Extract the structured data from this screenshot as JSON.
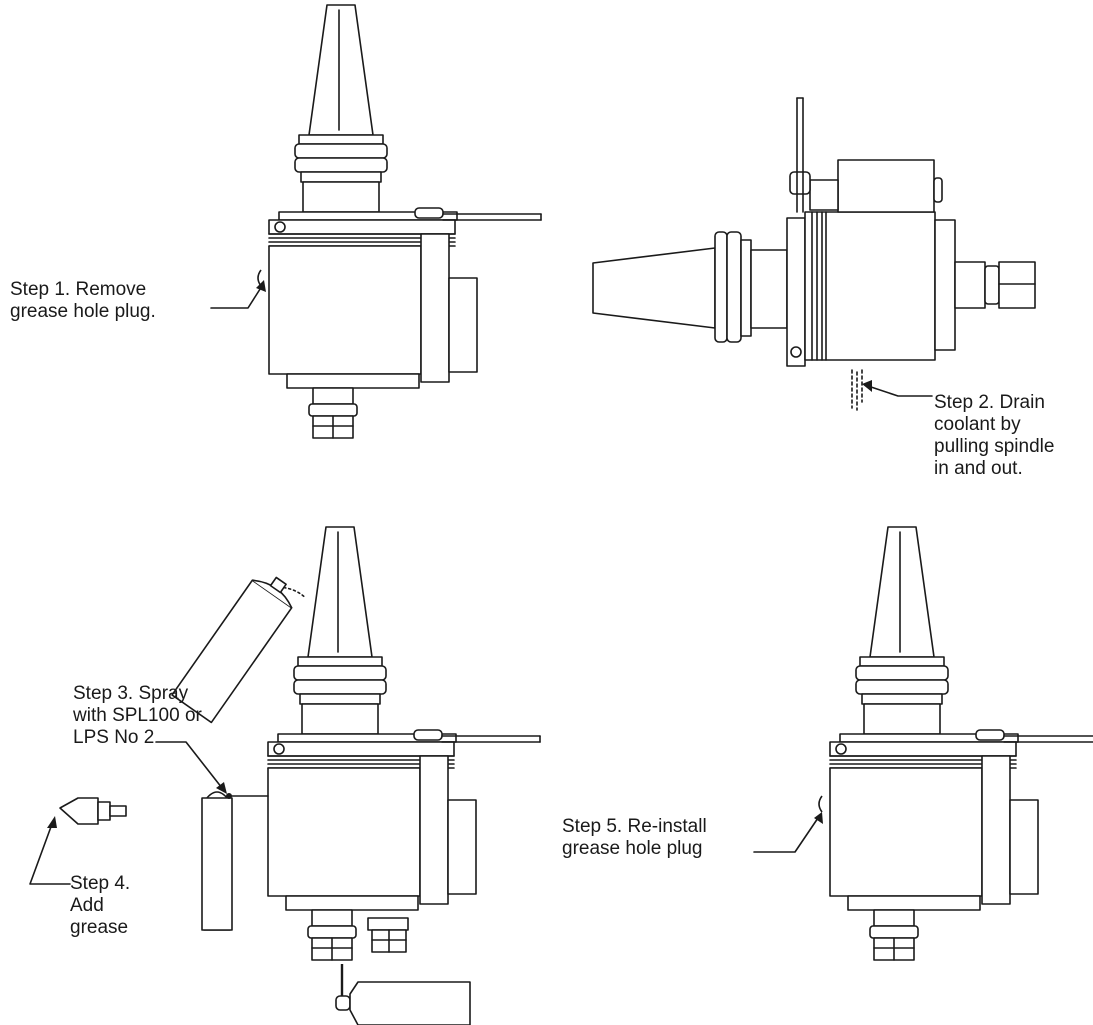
{
  "steps": [
    {
      "line1": "Step 1. Remove",
      "line2": "grease hole plug."
    },
    {
      "line1": "Step 2. Drain",
      "line2": "coolant by",
      "line3": "pulling spindle",
      "line4": "in and out."
    },
    {
      "line1": "Step 3. Spray",
      "line2": "with SPL100 or",
      "line3": "LPS No 2"
    },
    {
      "line1": "Step 4.",
      "line2": "Add",
      "line3": "grease"
    },
    {
      "line1": "Step 5. Re-install",
      "line2": "grease hole plug"
    }
  ]
}
